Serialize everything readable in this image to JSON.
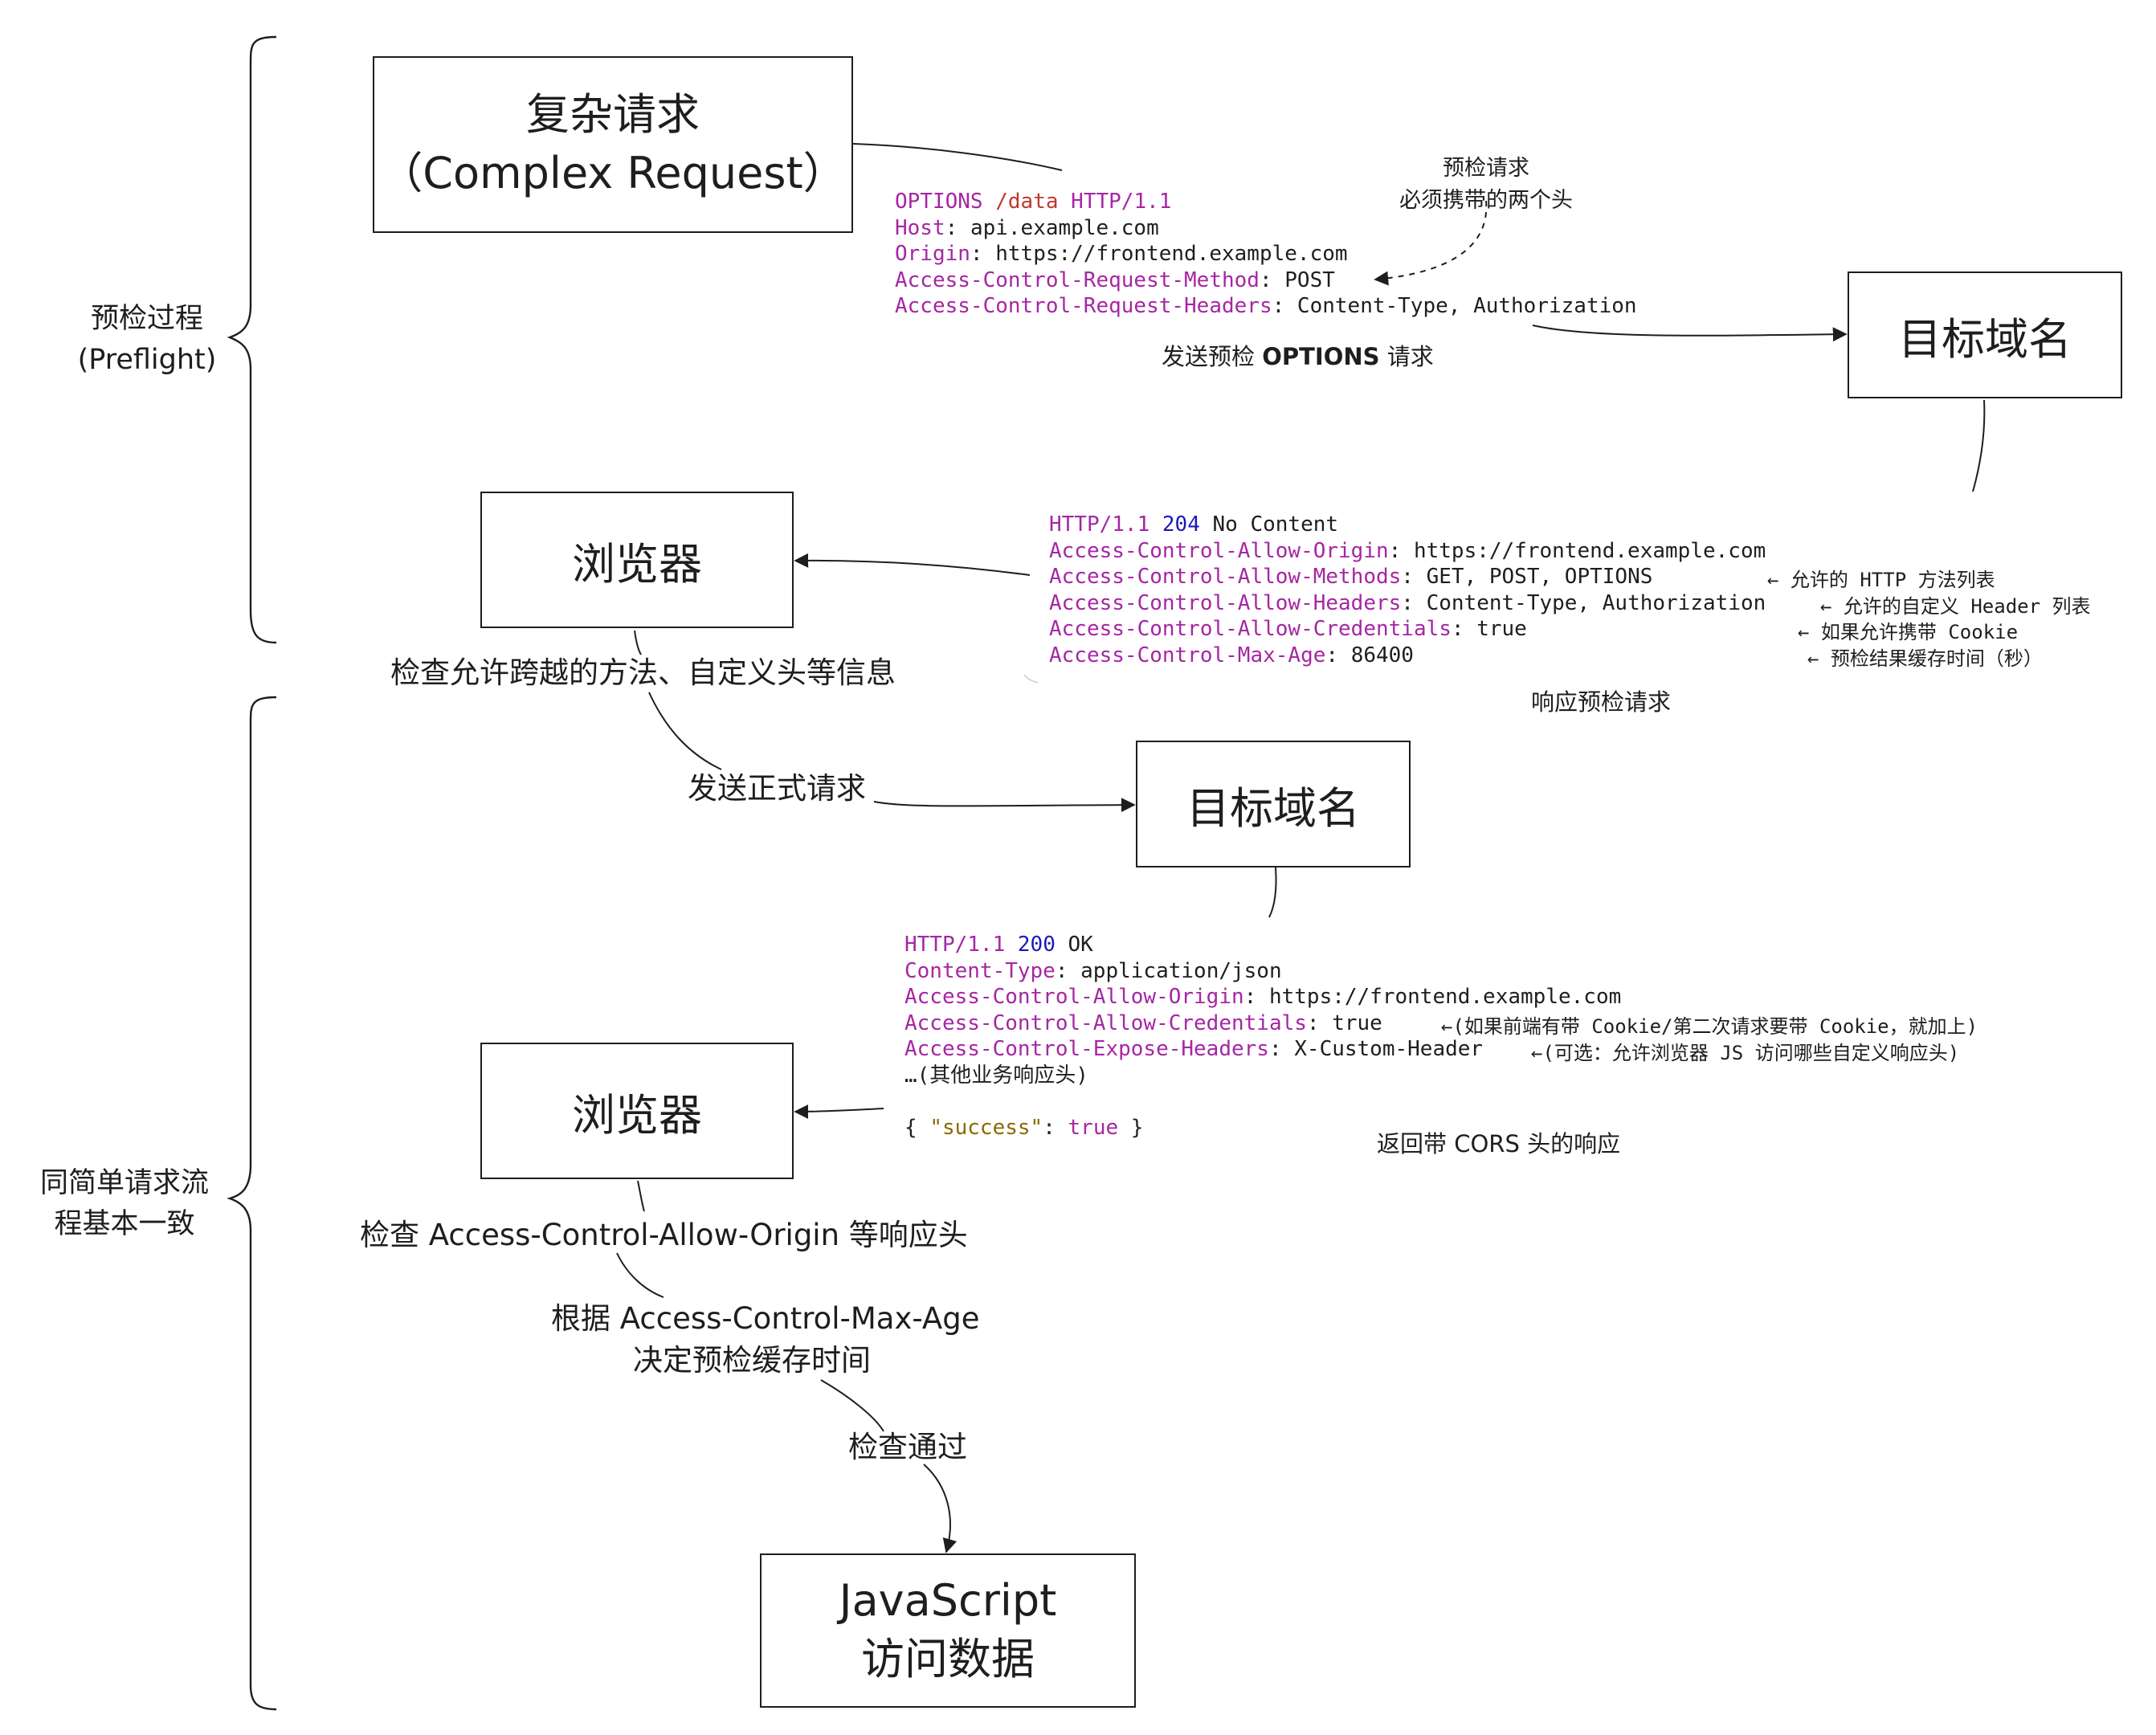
{
  "brace_labels": {
    "preflight": [
      "预检过程",
      "(Preflight)"
    ],
    "simple": [
      "同简单请求流",
      "程基本一致"
    ]
  },
  "boxes": {
    "complex_request": [
      "复杂请求",
      "（Complex Request）"
    ],
    "target1": "目标域名",
    "browser1": "浏览器",
    "target2": "目标域名",
    "browser2": "浏览器",
    "js_access": [
      "JavaScript",
      "访问数据"
    ]
  },
  "preflight_request": {
    "line1": {
      "method": "OPTIONS",
      "path": "/data",
      "version": "HTTP/1.1"
    },
    "headers": [
      {
        "name": "Host",
        "value": "api.example.com"
      },
      {
        "name": "Origin",
        "value": "https://frontend.example.com"
      },
      {
        "name": "Access-Control-Request-Method",
        "value": "POST"
      },
      {
        "name": "Access-Control-Request-Headers",
        "value": "Content-Type, Authorization"
      }
    ],
    "note": [
      "预检请求",
      "必须携带的两个头"
    ],
    "caption_prefix": "发送预检 ",
    "caption_bold": "OPTIONS",
    "caption_suffix": " 请求"
  },
  "preflight_response": {
    "status": {
      "version": "HTTP/1.1",
      "code": "204",
      "text": "No Content"
    },
    "headers": [
      {
        "name": "Access-Control-Allow-Origin",
        "value": "https://frontend.example.com",
        "note": ""
      },
      {
        "name": "Access-Control-Allow-Methods",
        "value": "GET, POST, OPTIONS",
        "note": "← 允许的 HTTP 方法列表"
      },
      {
        "name": "Access-Control-Allow-Headers",
        "value": "Content-Type, Authorization",
        "note": "← 允许的自定义 Header 列表"
      },
      {
        "name": "Access-Control-Allow-Credentials",
        "value": "true",
        "note": "← 如果允许携带 Cookie"
      },
      {
        "name": "Access-Control-Max-Age",
        "value": "86400",
        "note": "← 预检结果缓存时间（秒）"
      }
    ],
    "caption": "响应预检请求"
  },
  "flow_labels": {
    "check_allowed": "检查允许跨越的方法、自定义头等信息",
    "send_formal": "发送正式请求",
    "check_origin": "检查 Access-Control-Allow-Origin 等响应头",
    "max_age": [
      "根据 Access-Control-Max-Age",
      "决定预检缓存时间"
    ],
    "passed": "检查通过"
  },
  "actual_response": {
    "status": {
      "version": "HTTP/1.1",
      "code": "200",
      "text": "OK"
    },
    "headers": [
      {
        "name": "Content-Type",
        "value": "application/json",
        "note": ""
      },
      {
        "name": "Access-Control-Allow-Origin",
        "value": "https://frontend.example.com",
        "note": ""
      },
      {
        "name": "Access-Control-Allow-Credentials",
        "value": "true",
        "note": "←(如果前端有带 Cookie/第二次请求要带 Cookie，就加上)"
      },
      {
        "name": "Access-Control-Expose-Headers",
        "value": "X-Custom-Header",
        "note": "←(可选：允许浏览器 JS 访问哪些自定义响应头)"
      }
    ],
    "other": "…(其他业务响应头)",
    "body": {
      "open": "{ ",
      "key": "\"success\"",
      "colon": ": ",
      "value": "true",
      "close": " }"
    },
    "caption": "返回带 CORS 头的响应"
  }
}
